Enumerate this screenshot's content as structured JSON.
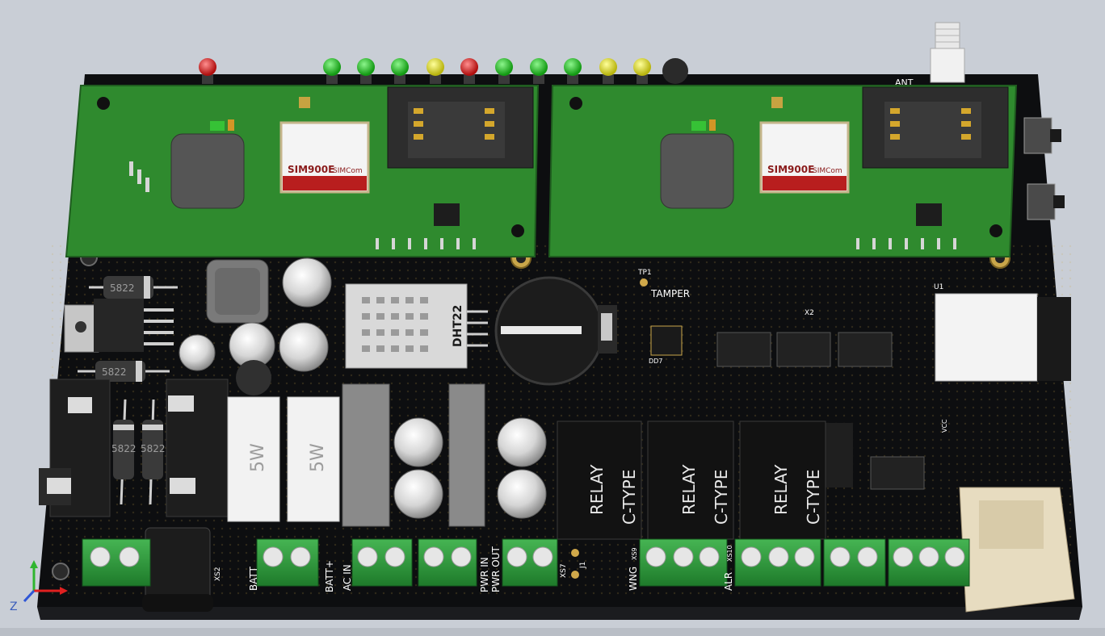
{
  "board": {
    "silkscreen": {
      "tamper": "TAMPER",
      "ant": "ANT",
      "dht": "DHT22",
      "batt": "BATT",
      "batt_plus": "BATT+",
      "ac_in": "AC IN",
      "pwr_in": "PWR IN",
      "pwr_out": "PWR OUT",
      "wng": "WNG",
      "alr": "ALR",
      "tp1": "TP1",
      "vcc": "VCC",
      "u1": "U1",
      "x2": "X2",
      "dd7": "DD7",
      "j1": "J1",
      "xs2": "XS2",
      "xs7": "XS7",
      "xs9": "XS9",
      "xs10": "XS10"
    },
    "modules": [
      {
        "chip_brand": "SIMCom",
        "chip_model": "SIM900E"
      },
      {
        "chip_brand": "SIMCom",
        "chip_model": "SIM900E"
      }
    ],
    "relays": [
      {
        "line1": "RELAY",
        "line2": "C-TYPE"
      },
      {
        "line1": "RELAY",
        "line2": "C-TYPE"
      },
      {
        "line1": "RELAY",
        "line2": "C-TYPE"
      }
    ],
    "resistors": [
      {
        "rating": "5W"
      },
      {
        "rating": "5W"
      }
    ],
    "diodes": [
      {
        "code": "5822"
      },
      {
        "code": "5822"
      },
      {
        "code": "5822"
      },
      {
        "code": "5822"
      }
    ],
    "axis": {
      "z": "Z"
    }
  },
  "colors": {
    "pcb": "#0d0e10",
    "module_pcb": "#2f8a2e",
    "terminal": "#2e9a3a",
    "led_green": "#22c322",
    "led_red": "#e01818",
    "led_yellow": "#e6e31c"
  }
}
